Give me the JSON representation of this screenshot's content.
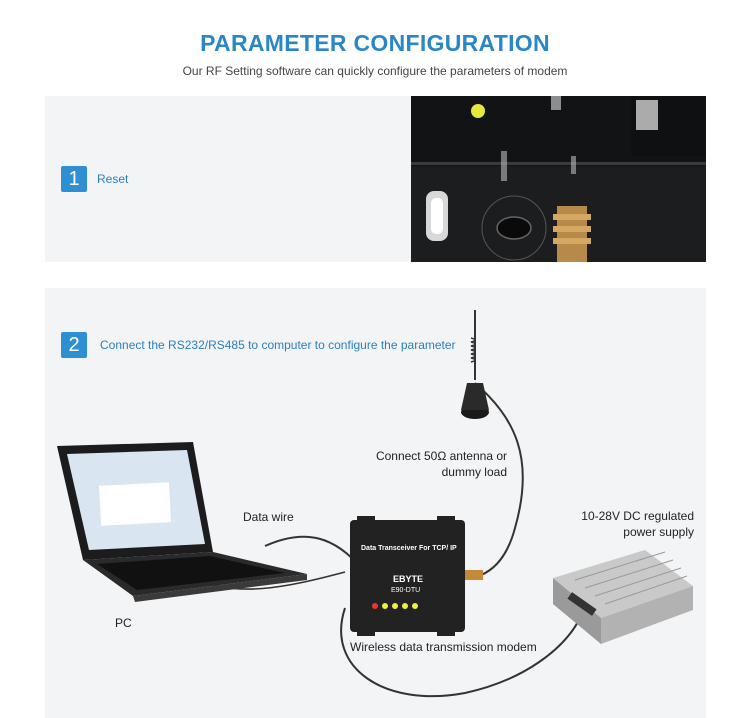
{
  "header": {
    "title": "PARAMETER CONFIGURATION",
    "subtitle": "Our RF Setting software can quickly configure the parameters of modem"
  },
  "steps": [
    {
      "number": "1",
      "label": "Reset"
    },
    {
      "number": "2",
      "label": "Connect the RS232/RS485 to computer to configure the parameter"
    }
  ],
  "diagram": {
    "antenna_label_line1": "Connect 50Ω antenna or",
    "antenna_label_line2": "dummy load",
    "data_wire_label": "Data wire",
    "power_label_line1": "10-28V DC regulated",
    "power_label_line2": "power supply",
    "pc_label": "PC",
    "modem_label": "Wireless data transmission modem",
    "modem_title": "Data Transceiver For TCP/ IP",
    "modem_brand": "EBYTE",
    "modem_model": "E90-DTU"
  },
  "colors": {
    "accent": "#2b86c5",
    "badge": "#2f8fd3",
    "panel_bg": "#f3f4f5",
    "device_dark": "#1b1c1e"
  }
}
